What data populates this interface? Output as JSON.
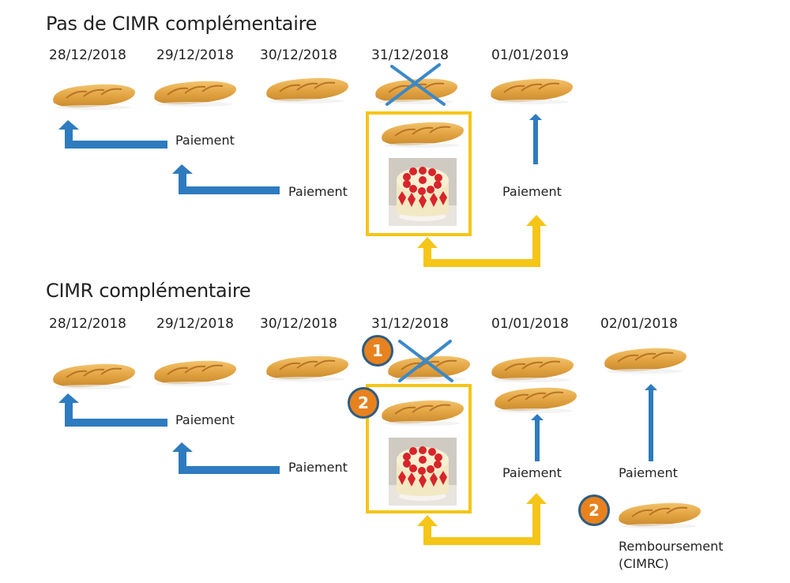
{
  "section1": {
    "title": "Pas de CIMR complémentaire",
    "dates": [
      "28/12/2018",
      "29/12/2018",
      "30/12/2018",
      "31/12/2018",
      "01/01/2019"
    ],
    "labels": {
      "payment_1": "Paiement",
      "payment_2": "Paiement",
      "payment_3": "Paiement"
    }
  },
  "section2": {
    "title": "CIMR complémentaire",
    "dates": [
      "28/12/2018",
      "29/12/2018",
      "30/12/2018",
      "31/12/2018",
      "01/01/2018",
      "02/01/2018"
    ],
    "labels": {
      "payment_1": "Paiement",
      "payment_2": "Paiement",
      "payment_3": "Paiement",
      "payment_4": "Paiement",
      "refund_line1": "Remboursement",
      "refund_line2": "(CIMRC)"
    },
    "badges": {
      "badge_1": "1",
      "badge_2a": "2",
      "badge_2b": "2"
    }
  },
  "colors": {
    "blue_arrow": "#2e7bbf",
    "yellow_arrow": "#f5c518",
    "badge": "#e8821e",
    "badge_border": "#2e5c80"
  }
}
